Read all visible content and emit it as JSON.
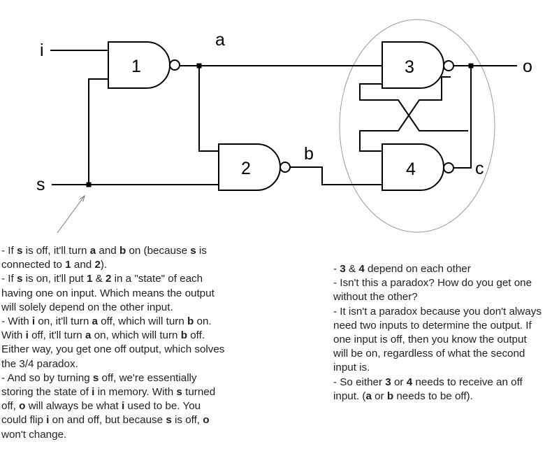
{
  "diagram": {
    "gates": [
      "1",
      "2",
      "3",
      "4"
    ],
    "signals": {
      "i": "i",
      "s": "s",
      "a": "a",
      "b": "b",
      "o": "o",
      "c": "c"
    }
  },
  "left_notes": [
    [
      {
        "t": "- If "
      },
      {
        "b": "s"
      },
      {
        "t": " is off, it'll turn "
      },
      {
        "b": "a"
      },
      {
        "t": " and "
      },
      {
        "b": "b"
      },
      {
        "t": " on (because "
      },
      {
        "b": "s"
      },
      {
        "t": " is connected to "
      },
      {
        "b": "1"
      },
      {
        "t": " and "
      },
      {
        "b": "2"
      },
      {
        "t": ")."
      }
    ],
    [
      {
        "t": "- If "
      },
      {
        "b": "s"
      },
      {
        "t": " is on, it'll put "
      },
      {
        "b": "1"
      },
      {
        "t": " & "
      },
      {
        "b": "2"
      },
      {
        "t": " in a \"state\" of each having one on input. Which means the output will solely depend on the other input."
      }
    ],
    [
      {
        "t": "- With "
      },
      {
        "b": "i"
      },
      {
        "t": " on, it'll turn "
      },
      {
        "b": "a"
      },
      {
        "t": " off, which will turn "
      },
      {
        "b": "b"
      },
      {
        "t": " on. With "
      },
      {
        "b": "i"
      },
      {
        "t": " off, it'll turn "
      },
      {
        "b": "a"
      },
      {
        "t": " on, which will turn "
      },
      {
        "b": "b"
      },
      {
        "t": " off. Either way, you get one off output, which solves the 3/4 paradox."
      }
    ],
    [
      {
        "t": "- And so by turning "
      },
      {
        "b": "s"
      },
      {
        "t": " off, we're essentially storing the state of "
      },
      {
        "b": "i"
      },
      {
        "t": " in memory. With "
      },
      {
        "b": "s"
      },
      {
        "t": " turned off, "
      },
      {
        "b": "o"
      },
      {
        "t": " will always be what "
      },
      {
        "b": "i"
      },
      {
        "t": " used to be. You could flip "
      },
      {
        "b": "i"
      },
      {
        "t": " on and off, but because "
      },
      {
        "b": "s"
      },
      {
        "t": " is off, "
      },
      {
        "b": "o"
      },
      {
        "t": " won't change."
      }
    ]
  ],
  "right_notes": [
    [
      {
        "t": "- "
      },
      {
        "b": "3"
      },
      {
        "t": " & "
      },
      {
        "b": "4"
      },
      {
        "t": " depend on each other"
      }
    ],
    [
      {
        "t": "- Isn't this a paradox? How do you get one without the other?"
      }
    ],
    [
      {
        "t": "- It isn't a paradox because you don't always need two inputs to determine the output. If one input is off, then you know the output will be on, regardless of what the second input is."
      }
    ],
    [
      {
        "t": "- So either "
      },
      {
        "b": "3"
      },
      {
        "t": " or "
      },
      {
        "b": "4"
      },
      {
        "t": " needs to receive an off input. ("
      },
      {
        "b": "a"
      },
      {
        "t": " or "
      },
      {
        "b": "b"
      },
      {
        "t": " needs to be off)."
      }
    ]
  ]
}
